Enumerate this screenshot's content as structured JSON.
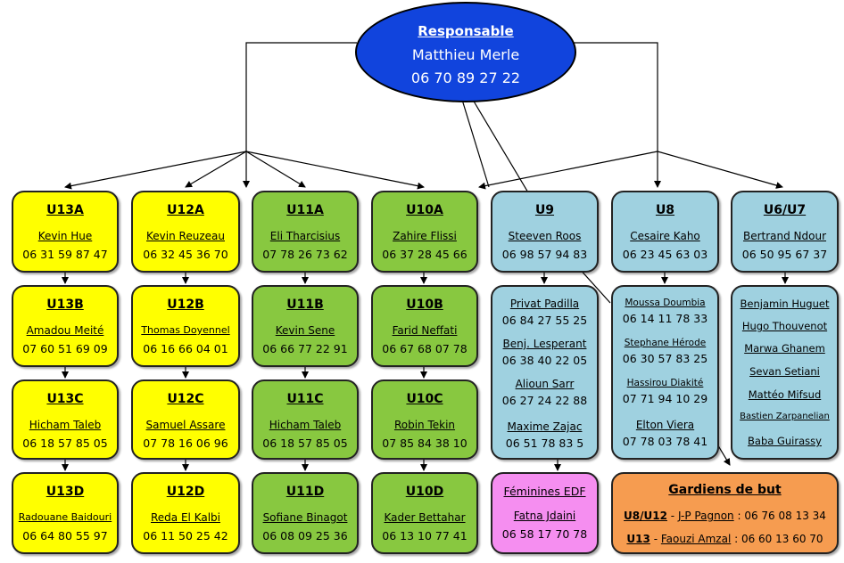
{
  "responsable": {
    "title": "Responsable",
    "name": "Matthieu Merle",
    "phone": "06 70 89 27 22"
  },
  "u13": [
    {
      "cat": "U13A",
      "name": "Kevin Hue",
      "phone": "06 31 59 87 47"
    },
    {
      "cat": "U13B",
      "name": "Amadou Meité",
      "phone": "07 60 51 69 09"
    },
    {
      "cat": "U13C",
      "name": "Hicham Taleb",
      "phone": "06 18 57 85 05"
    },
    {
      "cat": "U13D",
      "name": "Radouane Baidouri",
      "phone": "06 64 80 55 97"
    }
  ],
  "u12": [
    {
      "cat": "U12A",
      "name": "Kevin Reuzeau",
      "phone": "06 32 45 36 70"
    },
    {
      "cat": "U12B",
      "name": "Thomas Doyennel",
      "phone": "06 16 66 04 01"
    },
    {
      "cat": "U12C",
      "name": "Samuel Assare",
      "phone": "07 78 16 06 96"
    },
    {
      "cat": "U12D",
      "name": "Reda El Kalbi",
      "phone": "06 11 50 25 42"
    }
  ],
  "u11": [
    {
      "cat": "U11A",
      "name": "Eli Tharcisius",
      "phone": "07 78 26 73 62"
    },
    {
      "cat": "U11B",
      "name": "Kevin Sene",
      "phone": "06 66 77 22 91"
    },
    {
      "cat": "U11C",
      "name": "Hicham Taleb",
      "phone": "06 18 57 85 05"
    },
    {
      "cat": "U11D",
      "name": "Sofiane Binagot",
      "phone": "06 08 09 25 36"
    }
  ],
  "u10": [
    {
      "cat": "U10A",
      "name": "Zahire Flissi",
      "phone": "06 37 28 45 66"
    },
    {
      "cat": "U10B",
      "name": "Farid Neffati",
      "phone": "06 67 68 07 78"
    },
    {
      "cat": "U10C",
      "name": "Robin Tekin",
      "phone": "07 85 84 38 10"
    },
    {
      "cat": "U10D",
      "name": "Kader Bettahar",
      "phone": "06 13 10 77 41"
    }
  ],
  "u9": {
    "cat": "U9",
    "name": "Steeven Roos",
    "phone": "06 98 57 94 83",
    "staff": [
      {
        "name": "Privat Padilla",
        "phone": "06 84 27 55 25"
      },
      {
        "name": "Benj. Lesperant",
        "phone": "06 38 40 22 05"
      },
      {
        "name": "Alioun Sarr",
        "phone": "06 27 24 22 88"
      },
      {
        "name": "Maxime Zajac",
        "phone": "06 51 78 83 5"
      }
    ]
  },
  "u8": {
    "cat": "U8",
    "name": "Cesaire Kaho",
    "phone": "06 23 45 63 03",
    "staff": [
      {
        "name": "Moussa Doumbia",
        "phone": "06 14 11 78 33"
      },
      {
        "name": "Stephane Hérode",
        "phone": "06 30 57 83 25"
      },
      {
        "name": "Hassirou Diakité",
        "phone": "07 71 94 10 29"
      },
      {
        "name": "Elton Viera",
        "phone": "07 78 03 78 41"
      }
    ]
  },
  "u6": {
    "cat": "U6/U7",
    "name": "Bertrand Ndour",
    "phone": "06 50 95 67 37",
    "staff": [
      "Benjamin Huguet",
      "Hugo Thouvenot",
      "Marwa Ghanem",
      "Sevan Setiani",
      "Mattéo Mifsud",
      "Bastien Zarpanelian",
      "Baba Guirassy"
    ]
  },
  "feminines": {
    "title": "Féminines EDF",
    "name": "Fatna Jdaini",
    "phone": "06 58 17 70 78"
  },
  "gardiens": {
    "title": "Gardiens de but",
    "l1_cat": "U8/U12",
    "l1_sep": " - ",
    "l1_name": "J-P Pagnon",
    "l1_phone": " : 06 76 08 13 34",
    "l2_cat": "U13",
    "l2_sep": " - ",
    "l2_name": "Faouzi Amzal",
    "l2_phone": " : 06 60 13 60 70"
  },
  "colors": {
    "yellow": "#ffff00",
    "green": "#88c840",
    "blue": "#9fd1e0",
    "pink": "#f58ef0",
    "orange": "#f69c50",
    "root": "#1144dd"
  }
}
